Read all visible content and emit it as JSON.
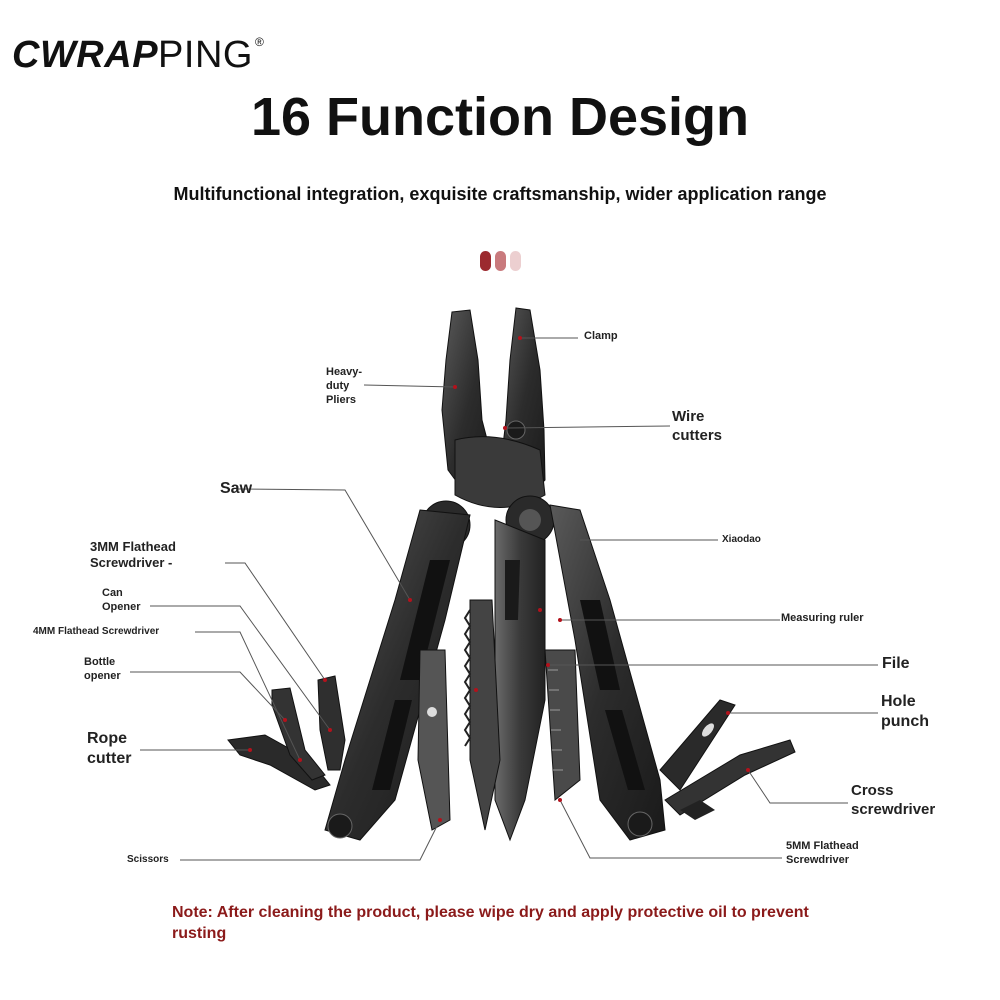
{
  "brand": {
    "name_bold": "CWRAP",
    "name_light": "PING",
    "registered": "®"
  },
  "title": "16 Function Design",
  "subtitle": "Multifunctional integration, exquisite craftsmanship, wider application range",
  "indicator_colors": [
    "#9c2a2f",
    "#c97a7d",
    "#eccfd0"
  ],
  "labels": {
    "clamp": "Clamp",
    "pliers": "Heavy-\nduty\nPliers",
    "wire_cutters": "Wire\ncutters",
    "saw": "Saw",
    "flathead_3mm": "3MM Flathead\nScrewdriver -",
    "can_opener": "Can\nOpener",
    "flathead_4mm": "4MM Flathead Screwdriver",
    "bottle_opener": "Bottle\nopener",
    "rope_cutter": "Rope\ncutter",
    "scissors": "Scissors",
    "xiaodao": "Xiaodao",
    "measuring_ruler": "Measuring ruler",
    "file": "File",
    "hole_punch": "Hole\npunch",
    "cross_screwdriver": "Cross\nscrewdriver",
    "flathead_5mm": "5MM Flathead\nScrewdriver"
  },
  "note": "Note: After cleaning the product, please wipe dry and apply protective oil to prevent rusting",
  "colors": {
    "note": "#8b1a1a",
    "tool_dark": "#2a2a2a",
    "tool_mid": "#4a4a4a",
    "marker": "#b3121c"
  }
}
